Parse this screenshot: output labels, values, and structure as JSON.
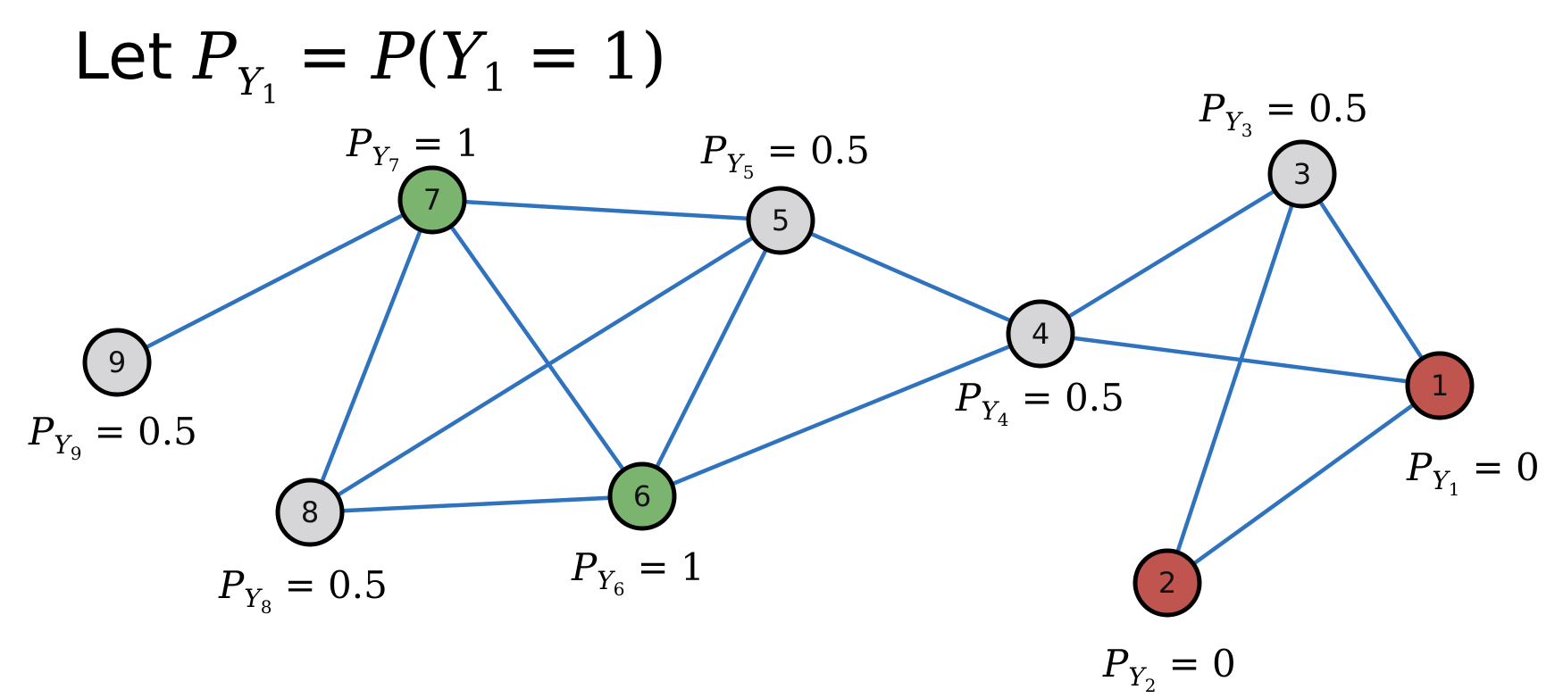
{
  "title": {
    "prefix": "Let ",
    "lhs_symbol": "P",
    "lhs_sub": "Y",
    "lhs_subsub": "1",
    "equals": "=",
    "rhs_func": "P",
    "rhs_open": "(",
    "rhs_var": "Y",
    "rhs_var_sub": "1",
    "rhs_equals": "=",
    "rhs_value": "1",
    "rhs_close": ")"
  },
  "colors": {
    "edge": "#2f72bd",
    "unlabeled": "#d6d6d9",
    "positive": "#7ab46f",
    "negative": "#c05550",
    "stroke": "#000000"
  },
  "nodes": [
    {
      "id": "1",
      "class": "negative",
      "label_symbol": "P",
      "label_sub": "Y",
      "label_subsub": "1",
      "label_value": "= 0"
    },
    {
      "id": "2",
      "class": "negative",
      "label_symbol": "P",
      "label_sub": "Y",
      "label_subsub": "2",
      "label_value": "= 0"
    },
    {
      "id": "3",
      "class": "unlabeled",
      "label_symbol": "P",
      "label_sub": "Y",
      "label_subsub": "3",
      "label_value": "= 0.5"
    },
    {
      "id": "4",
      "class": "unlabeled",
      "label_symbol": "P",
      "label_sub": "Y",
      "label_subsub": "4",
      "label_value": "= 0.5"
    },
    {
      "id": "5",
      "class": "unlabeled",
      "label_symbol": "P",
      "label_sub": "Y",
      "label_subsub": "5",
      "label_value": "= 0.5"
    },
    {
      "id": "6",
      "class": "positive",
      "label_symbol": "P",
      "label_sub": "Y",
      "label_subsub": "6",
      "label_value": "= 1"
    },
    {
      "id": "7",
      "class": "positive",
      "label_symbol": "P",
      "label_sub": "Y",
      "label_subsub": "7",
      "label_value": "= 1"
    },
    {
      "id": "8",
      "class": "unlabeled",
      "label_symbol": "P",
      "label_sub": "Y",
      "label_subsub": "8",
      "label_value": "= 0.5"
    },
    {
      "id": "9",
      "class": "unlabeled",
      "label_symbol": "P",
      "label_sub": "Y",
      "label_subsub": "9",
      "label_value": "= 0.5"
    }
  ],
  "edges": [
    [
      "9",
      "7"
    ],
    [
      "7",
      "5"
    ],
    [
      "7",
      "8"
    ],
    [
      "7",
      "6"
    ],
    [
      "5",
      "8"
    ],
    [
      "5",
      "6"
    ],
    [
      "5",
      "4"
    ],
    [
      "8",
      "6"
    ],
    [
      "6",
      "4"
    ],
    [
      "4",
      "3"
    ],
    [
      "4",
      "1"
    ],
    [
      "3",
      "1"
    ],
    [
      "3",
      "2"
    ],
    [
      "1",
      "2"
    ]
  ]
}
